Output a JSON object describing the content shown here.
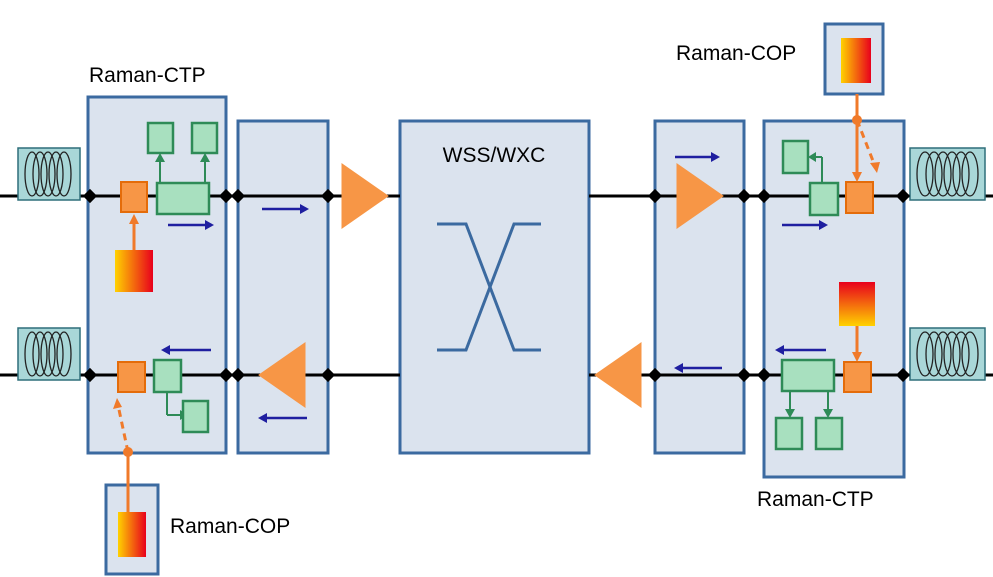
{
  "labels": {
    "ctp_left": "Raman-CTP",
    "ctp_right": "Raman-CTP",
    "cop_top_right": "Raman-COP",
    "cop_bottom_left": "Raman-COP",
    "switch": "WSS/WXC"
  },
  "colors": {
    "module_fill": "#dbe3ee",
    "module_border": "#3b6aa0",
    "amplifier": "#f79646",
    "filter": "#a8e0bf",
    "arrow": "#1f1fa0",
    "pump_gradient": [
      "#ffd200",
      "#e8001c"
    ]
  },
  "icons": {
    "fiber_spool": "fiber-coil-icon",
    "amplifier": "amplifier-triangle-icon",
    "pump": "raman-pump-laser-icon",
    "filter": "filter-module-icon"
  }
}
